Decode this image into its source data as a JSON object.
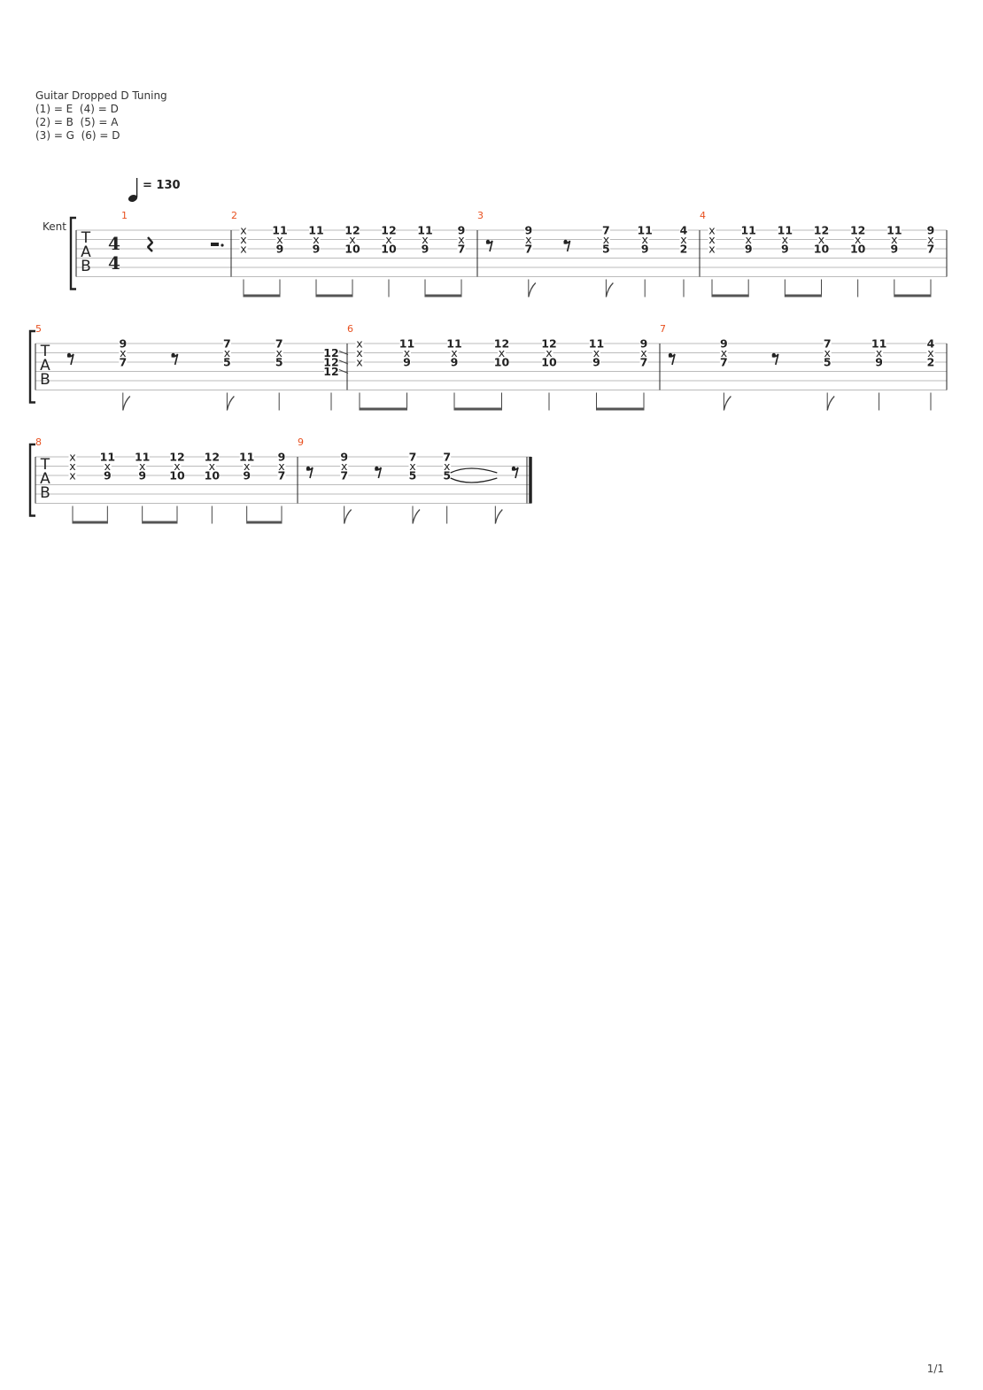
{
  "header": {
    "title": "Guitar Dropped D Tuning",
    "tuning_lines": [
      "(1) = E  (4) = D",
      "(2) = B  (5) = A",
      "(3) = G  (6) = D"
    ]
  },
  "tempo": {
    "symbol": "quarter-note",
    "value": "= 130"
  },
  "track_name": "Kent",
  "clef": [
    "T",
    "A",
    "B"
  ],
  "time_signature": {
    "top": "4",
    "bottom": "4"
  },
  "page_number": "1/1",
  "accent_color": "#e8501f",
  "systems": [
    {
      "measures": [
        {
          "number": "1",
          "beats": [
            {
              "rest": "quarter",
              "notes": []
            },
            {
              "rest": "half-dotted",
              "notes": []
            }
          ]
        },
        {
          "number": "2",
          "beats": [
            {
              "notes": [
                [
                  "1",
                  "x"
                ],
                [
                  "2",
                  "x"
                ],
                [
                  "3",
                  "x"
                ]
              ],
              "stem": "eighth",
              "beam": "s"
            },
            {
              "notes": [
                [
                  "1",
                  "11"
                ],
                [
                  "2",
                  "x"
                ],
                [
                  "3",
                  "9"
                ]
              ],
              "stem": "eighth",
              "beam": "e"
            },
            {
              "notes": [
                [
                  "1",
                  "11"
                ],
                [
                  "2",
                  "x"
                ],
                [
                  "3",
                  "9"
                ]
              ],
              "stem": "eighth",
              "beam": "s"
            },
            {
              "notes": [
                [
                  "1",
                  "12"
                ],
                [
                  "2",
                  "x"
                ],
                [
                  "3",
                  "10"
                ]
              ],
              "stem": "eighth",
              "beam": "e"
            },
            {
              "notes": [
                [
                  "1",
                  "12"
                ],
                [
                  "2",
                  "x"
                ],
                [
                  "3",
                  "10"
                ]
              ],
              "stem": "quarter"
            },
            {
              "notes": [
                [
                  "1",
                  "11"
                ],
                [
                  "2",
                  "x"
                ],
                [
                  "3",
                  "9"
                ]
              ],
              "stem": "eighth",
              "beam": "s"
            },
            {
              "notes": [
                [
                  "1",
                  "9"
                ],
                [
                  "2",
                  "x"
                ],
                [
                  "3",
                  "7"
                ]
              ],
              "stem": "eighth",
              "beam": "e"
            }
          ]
        },
        {
          "number": "3",
          "beats": [
            {
              "rest": "eighth",
              "notes": []
            },
            {
              "notes": [
                [
                  "1",
                  "9"
                ],
                [
                  "2",
                  "x"
                ],
                [
                  "3",
                  "7"
                ]
              ],
              "stem": "flag"
            },
            {
              "rest": "eighth",
              "notes": []
            },
            {
              "notes": [
                [
                  "1",
                  "7"
                ],
                [
                  "2",
                  "x"
                ],
                [
                  "3",
                  "5"
                ]
              ],
              "stem": "flag"
            },
            {
              "notes": [
                [
                  "1",
                  "11"
                ],
                [
                  "2",
                  "x"
                ],
                [
                  "3",
                  "9"
                ]
              ],
              "stem": "quarter"
            },
            {
              "notes": [
                [
                  "1",
                  "4"
                ],
                [
                  "2",
                  "x"
                ],
                [
                  "3",
                  "2"
                ]
              ],
              "stem": "quarter"
            }
          ]
        },
        {
          "number": "4",
          "beats": [
            {
              "notes": [
                [
                  "1",
                  "x"
                ],
                [
                  "2",
                  "x"
                ],
                [
                  "3",
                  "x"
                ]
              ],
              "stem": "eighth",
              "beam": "s"
            },
            {
              "notes": [
                [
                  "1",
                  "11"
                ],
                [
                  "2",
                  "x"
                ],
                [
                  "3",
                  "9"
                ]
              ],
              "stem": "eighth",
              "beam": "e"
            },
            {
              "notes": [
                [
                  "1",
                  "11"
                ],
                [
                  "2",
                  "x"
                ],
                [
                  "3",
                  "9"
                ]
              ],
              "stem": "eighth",
              "beam": "s"
            },
            {
              "notes": [
                [
                  "1",
                  "12"
                ],
                [
                  "2",
                  "x"
                ],
                [
                  "3",
                  "10"
                ]
              ],
              "stem": "eighth",
              "beam": "e"
            },
            {
              "notes": [
                [
                  "1",
                  "12"
                ],
                [
                  "2",
                  "x"
                ],
                [
                  "3",
                  "10"
                ]
              ],
              "stem": "quarter"
            },
            {
              "notes": [
                [
                  "1",
                  "11"
                ],
                [
                  "2",
                  "x"
                ],
                [
                  "3",
                  "9"
                ]
              ],
              "stem": "eighth",
              "beam": "s"
            },
            {
              "notes": [
                [
                  "1",
                  "9"
                ],
                [
                  "2",
                  "x"
                ],
                [
                  "3",
                  "7"
                ]
              ],
              "stem": "eighth",
              "beam": "e"
            }
          ]
        }
      ]
    },
    {
      "measures": [
        {
          "number": "5",
          "beats": [
            {
              "rest": "eighth",
              "notes": []
            },
            {
              "notes": [
                [
                  "1",
                  "9"
                ],
                [
                  "2",
                  "x"
                ],
                [
                  "3",
                  "7"
                ]
              ],
              "stem": "flag"
            },
            {
              "rest": "eighth",
              "notes": []
            },
            {
              "notes": [
                [
                  "1",
                  "7"
                ],
                [
                  "2",
                  "x"
                ],
                [
                  "3",
                  "5"
                ]
              ],
              "stem": "flag"
            },
            {
              "notes": [
                [
                  "1",
                  "7"
                ],
                [
                  "2",
                  "x"
                ],
                [
                  "3",
                  "5"
                ]
              ],
              "stem": "quarter"
            },
            {
              "notes": [
                [
                  "2",
                  "12"
                ],
                [
                  "3",
                  "12"
                ],
                [
                  "4",
                  "12"
                ]
              ],
              "stem": "quarter",
              "slide": true
            }
          ]
        },
        {
          "number": "6",
          "beats": [
            {
              "notes": [
                [
                  "1",
                  "x"
                ],
                [
                  "2",
                  "x"
                ],
                [
                  "3",
                  "x"
                ]
              ],
              "stem": "eighth",
              "beam": "s"
            },
            {
              "notes": [
                [
                  "1",
                  "11"
                ],
                [
                  "2",
                  "x"
                ],
                [
                  "3",
                  "9"
                ]
              ],
              "stem": "eighth",
              "beam": "e"
            },
            {
              "notes": [
                [
                  "1",
                  "11"
                ],
                [
                  "2",
                  "x"
                ],
                [
                  "3",
                  "9"
                ]
              ],
              "stem": "eighth",
              "beam": "s"
            },
            {
              "notes": [
                [
                  "1",
                  "12"
                ],
                [
                  "2",
                  "x"
                ],
                [
                  "3",
                  "10"
                ]
              ],
              "stem": "eighth",
              "beam": "e"
            },
            {
              "notes": [
                [
                  "1",
                  "12"
                ],
                [
                  "2",
                  "x"
                ],
                [
                  "3",
                  "10"
                ]
              ],
              "stem": "quarter"
            },
            {
              "notes": [
                [
                  "1",
                  "11"
                ],
                [
                  "2",
                  "x"
                ],
                [
                  "3",
                  "9"
                ]
              ],
              "stem": "eighth",
              "beam": "s"
            },
            {
              "notes": [
                [
                  "1",
                  "9"
                ],
                [
                  "2",
                  "x"
                ],
                [
                  "3",
                  "7"
                ]
              ],
              "stem": "eighth",
              "beam": "e"
            }
          ]
        },
        {
          "number": "7",
          "beats": [
            {
              "rest": "eighth",
              "notes": []
            },
            {
              "notes": [
                [
                  "1",
                  "9"
                ],
                [
                  "2",
                  "x"
                ],
                [
                  "3",
                  "7"
                ]
              ],
              "stem": "flag"
            },
            {
              "rest": "eighth",
              "notes": []
            },
            {
              "notes": [
                [
                  "1",
                  "7"
                ],
                [
                  "2",
                  "x"
                ],
                [
                  "3",
                  "5"
                ]
              ],
              "stem": "flag"
            },
            {
              "notes": [
                [
                  "1",
                  "11"
                ],
                [
                  "2",
                  "x"
                ],
                [
                  "3",
                  "9"
                ]
              ],
              "stem": "quarter"
            },
            {
              "notes": [
                [
                  "1",
                  "4"
                ],
                [
                  "2",
                  "x"
                ],
                [
                  "3",
                  "2"
                ]
              ],
              "stem": "quarter"
            }
          ]
        }
      ]
    },
    {
      "measures": [
        {
          "number": "8",
          "beats": [
            {
              "notes": [
                [
                  "1",
                  "x"
                ],
                [
                  "2",
                  "x"
                ],
                [
                  "3",
                  "x"
                ]
              ],
              "stem": "eighth",
              "beam": "s"
            },
            {
              "notes": [
                [
                  "1",
                  "11"
                ],
                [
                  "2",
                  "x"
                ],
                [
                  "3",
                  "9"
                ]
              ],
              "stem": "eighth",
              "beam": "e"
            },
            {
              "notes": [
                [
                  "1",
                  "11"
                ],
                [
                  "2",
                  "x"
                ],
                [
                  "3",
                  "9"
                ]
              ],
              "stem": "eighth",
              "beam": "s"
            },
            {
              "notes": [
                [
                  "1",
                  "12"
                ],
                [
                  "2",
                  "x"
                ],
                [
                  "3",
                  "10"
                ]
              ],
              "stem": "eighth",
              "beam": "e"
            },
            {
              "notes": [
                [
                  "1",
                  "12"
                ],
                [
                  "2",
                  "x"
                ],
                [
                  "3",
                  "10"
                ]
              ],
              "stem": "quarter"
            },
            {
              "notes": [
                [
                  "1",
                  "11"
                ],
                [
                  "2",
                  "x"
                ],
                [
                  "3",
                  "9"
                ]
              ],
              "stem": "eighth",
              "beam": "s"
            },
            {
              "notes": [
                [
                  "1",
                  "9"
                ],
                [
                  "2",
                  "x"
                ],
                [
                  "3",
                  "7"
                ]
              ],
              "stem": "eighth",
              "beam": "e"
            }
          ]
        },
        {
          "number": "9",
          "final": true,
          "beats": [
            {
              "rest": "eighth",
              "notes": []
            },
            {
              "notes": [
                [
                  "1",
                  "9"
                ],
                [
                  "2",
                  "x"
                ],
                [
                  "3",
                  "7"
                ]
              ],
              "stem": "flag"
            },
            {
              "rest": "eighth",
              "notes": []
            },
            {
              "notes": [
                [
                  "1",
                  "7"
                ],
                [
                  "2",
                  "x"
                ],
                [
                  "3",
                  "5"
                ]
              ],
              "stem": "flag"
            },
            {
              "notes": [
                [
                  "1",
                  "7"
                ],
                [
                  "2",
                  "x"
                ],
                [
                  "3",
                  "5"
                ]
              ],
              "stem": "quarter",
              "tie_out": true
            },
            {
              "notes": [],
              "stem": "flag",
              "tie_in": true
            },
            {
              "rest": "eighth",
              "notes": []
            }
          ]
        }
      ]
    }
  ]
}
